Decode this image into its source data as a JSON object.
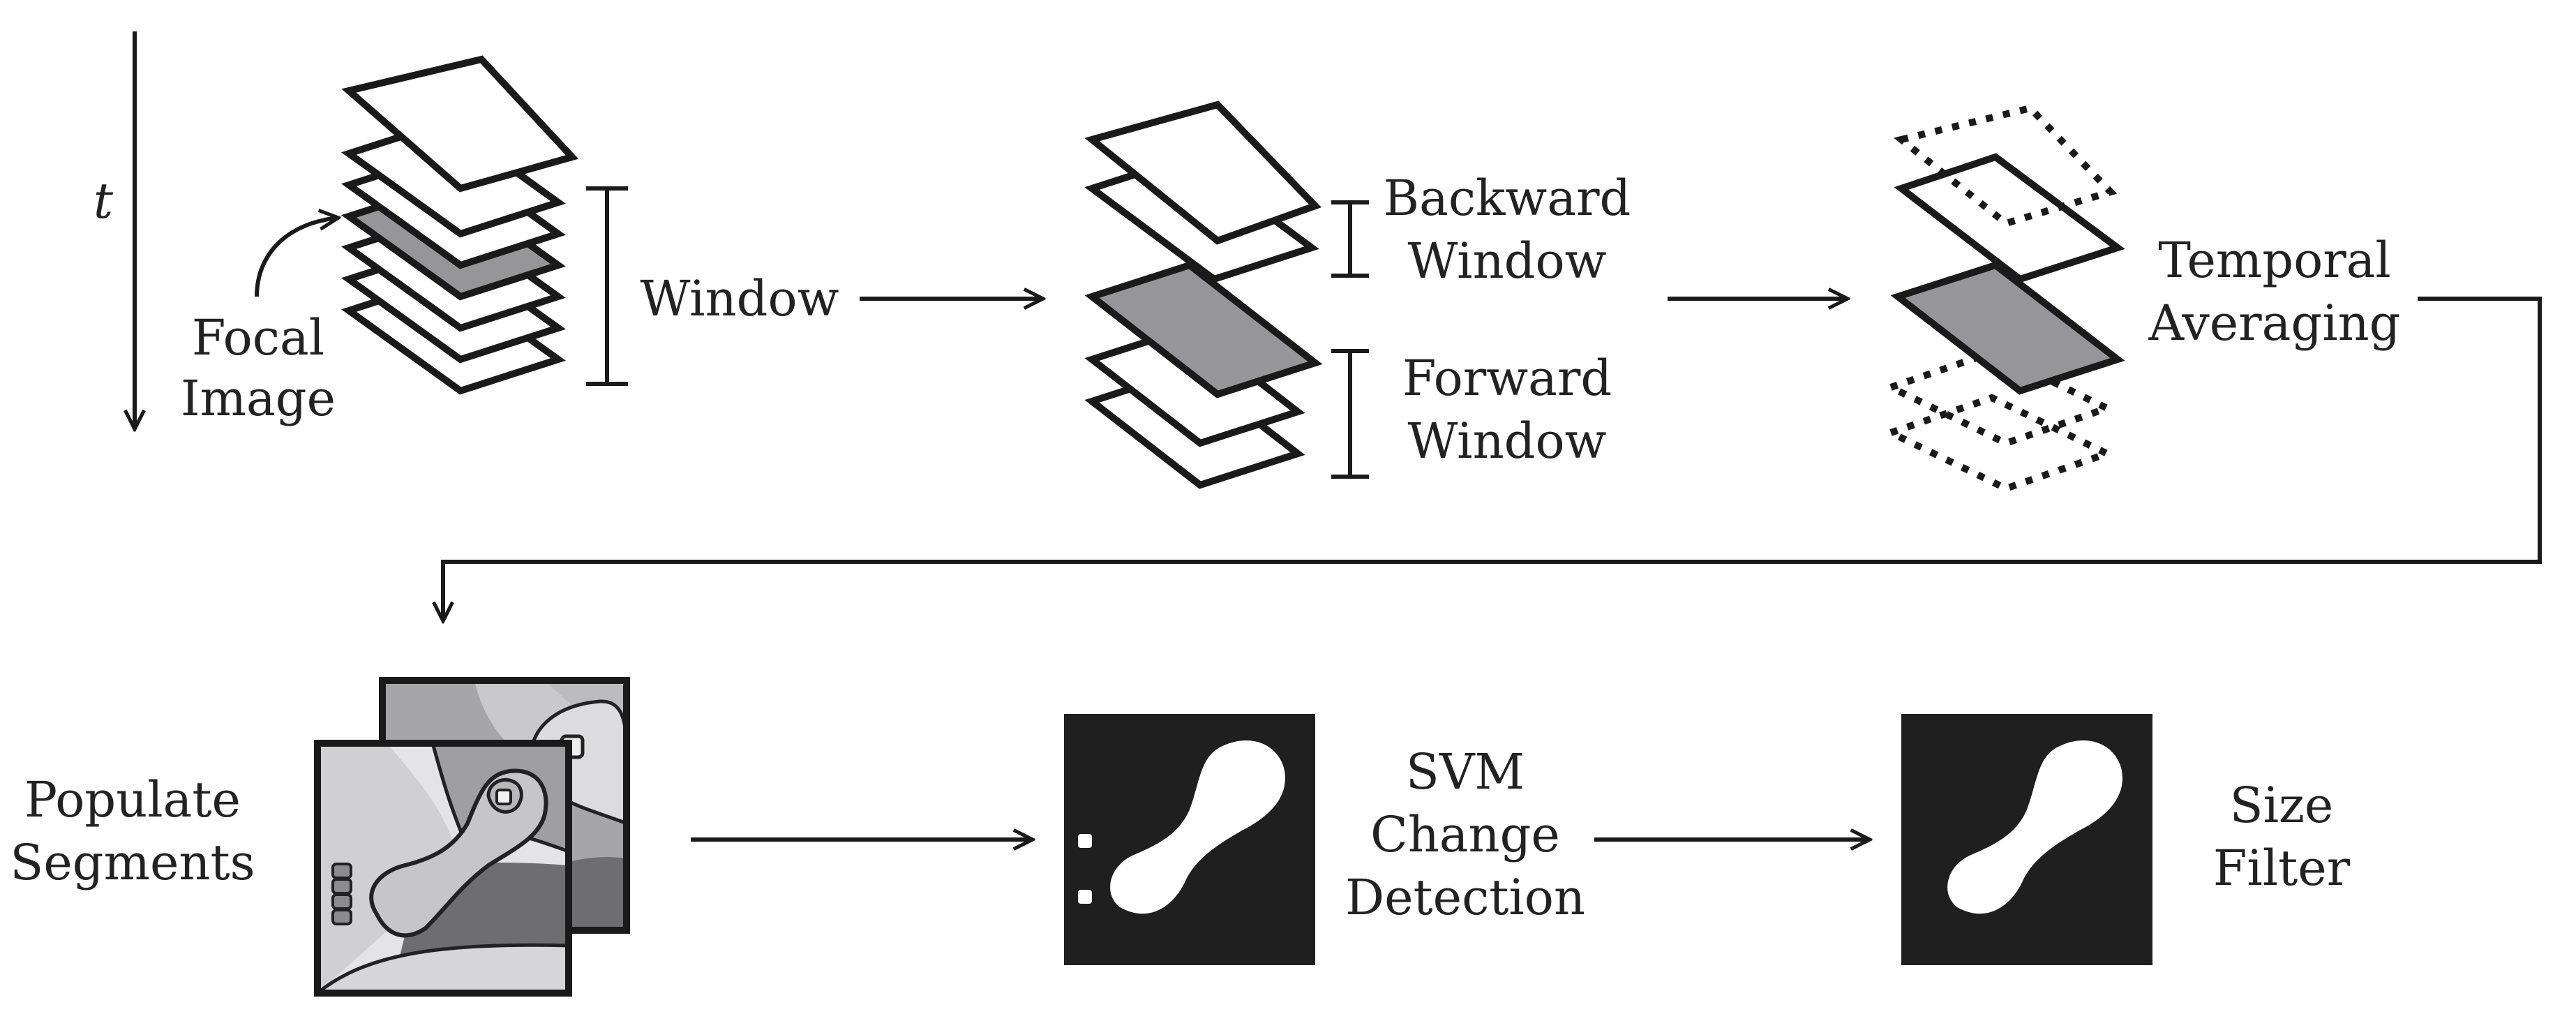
{
  "labels": {
    "time_axis": "t",
    "focal_1": "Focal",
    "focal_2": "Image",
    "window": "Window",
    "backward_1": "Backward",
    "backward_2": "Window",
    "forward_1": "Forward",
    "forward_2": "Window",
    "temporal_1": "Temporal",
    "temporal_2": "Averaging",
    "populate_1": "Populate",
    "populate_2": "Segments",
    "svm_1": "SVM",
    "svm_2": "Change",
    "svm_3": "Detection",
    "size_1": "Size",
    "size_2": "Filter"
  },
  "colors": {
    "stroke": "#1a1a1a",
    "focal_frame": "#96969a",
    "mask_background": "#1f1f1f",
    "mask_foreground": "#ffffff"
  }
}
